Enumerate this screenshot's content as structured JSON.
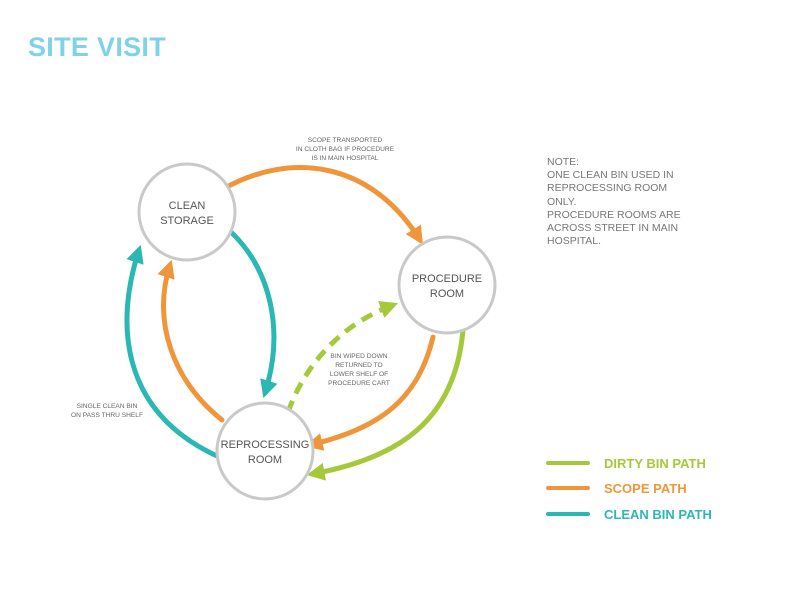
{
  "title": "SITE VISIT",
  "nodes": {
    "clean_storage": [
      "CLEAN",
      "STORAGE"
    ],
    "procedure_room": [
      "PROCEDURE",
      "ROOM"
    ],
    "reprocessing_room": [
      "REPROCESSING",
      "ROOM"
    ]
  },
  "annotations": {
    "scope_transport": [
      "SCOPE TRANSPORTED",
      "IN CLOTH BAG IF PROCEDURE",
      "IS IN MAIN HOSPITAL"
    ],
    "bin_wiped": [
      "BIN WIPED DOWN",
      "RETURNED TO",
      "LOWER SHELF OF",
      "PROCEDURE CART"
    ],
    "single_clean_bin": [
      "SINGLE CLEAN BIN",
      "ON PASS THRU SHELF"
    ]
  },
  "note": [
    "NOTE:",
    "ONE CLEAN BIN  USED IN",
    "REPROCESSING ROOM",
    "ONLY.",
    "PROCEDURE ROOMS ARE",
    "ACROSS STREET IN MAIN",
    "HOSPITAL."
  ],
  "legend": [
    {
      "label": "DIRTY BIN PATH",
      "color": "#a5c93a"
    },
    {
      "label": "SCOPE PATH",
      "color": "#f0963a"
    },
    {
      "label": "CLEAN BIN PATH",
      "color": "#2bb8b4"
    }
  ],
  "colors": {
    "dirty": "#a5c93a",
    "scope": "#f0963a",
    "clean": "#2bb8b4",
    "node_stroke": "#c9c9c9",
    "title": "#7ed3e8"
  }
}
